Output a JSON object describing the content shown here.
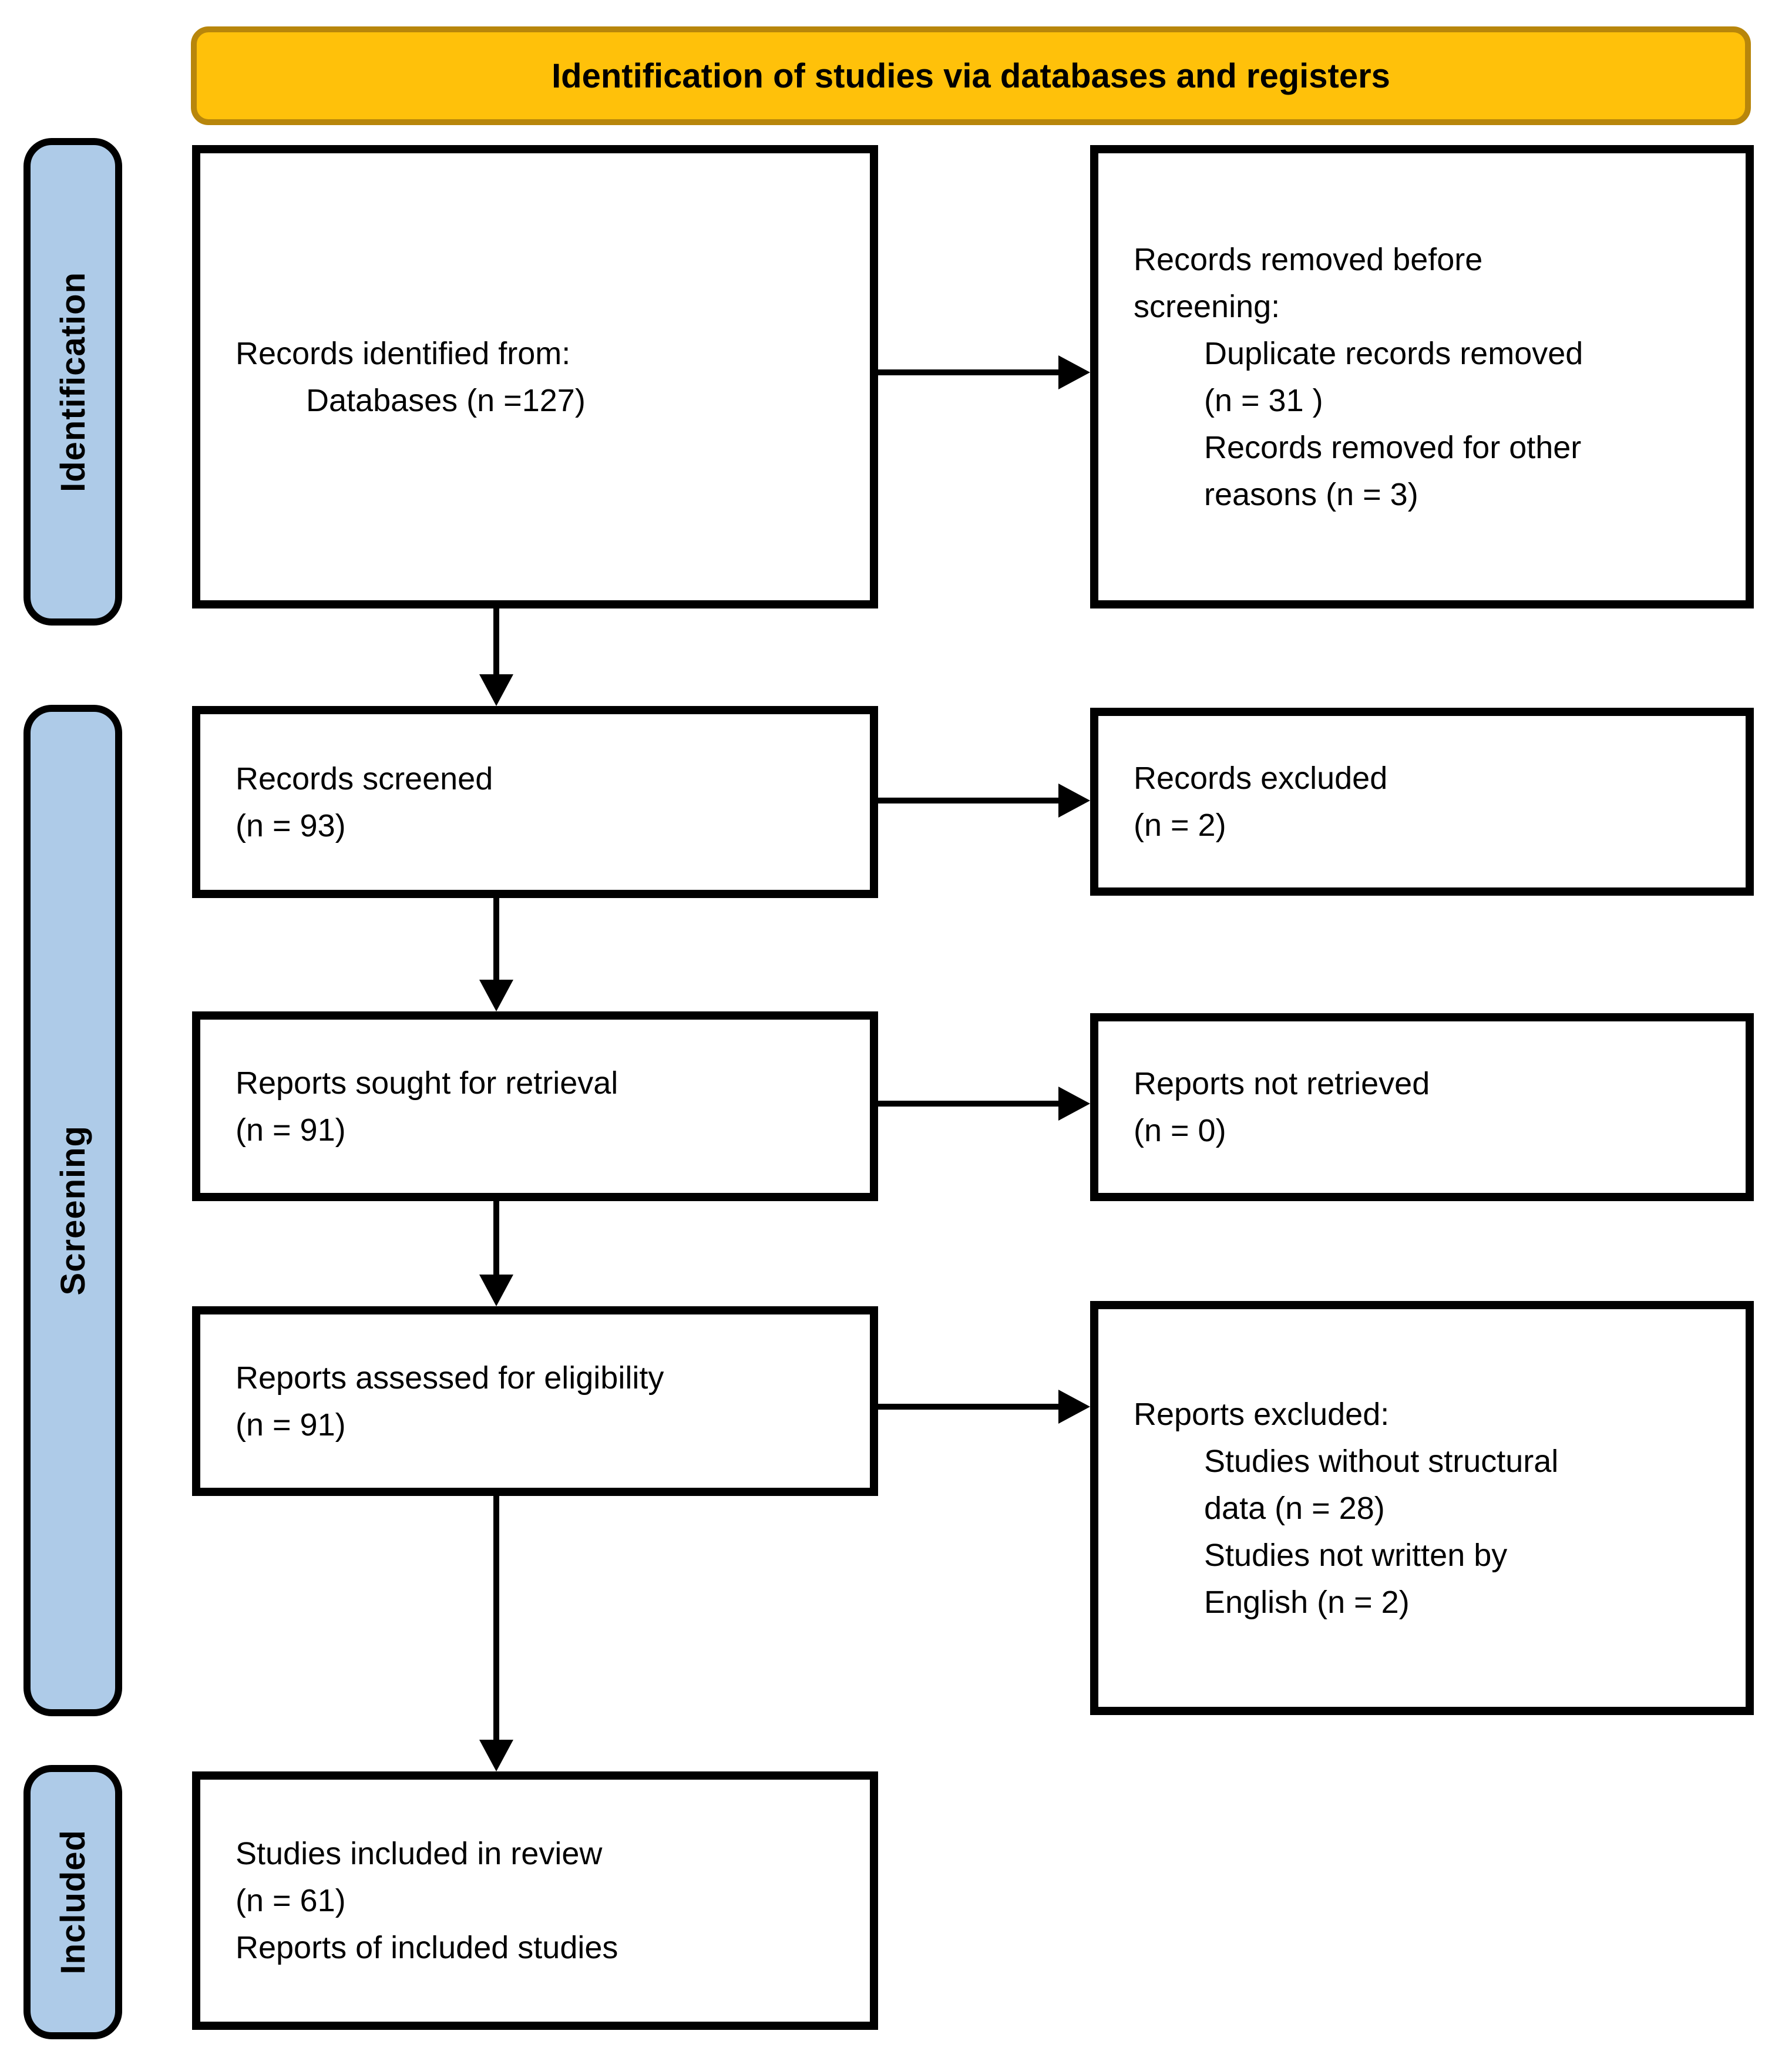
{
  "header": {
    "title": "Identification of studies via databases and registers"
  },
  "sidebars": {
    "identification": "Identification",
    "screening": "Screening",
    "included": "Included"
  },
  "boxes": {
    "records_identified": {
      "lines": [
        "Records identified from:",
        "Databases (n =127)"
      ]
    },
    "records_removed": {
      "lines": [
        "Records removed before",
        "screening:",
        "Duplicate records removed",
        "(n = 31 )",
        "Records removed for other",
        "reasons (n = 3)"
      ]
    },
    "records_screened": {
      "lines": [
        "Records screened",
        "(n = 93)"
      ]
    },
    "records_excluded": {
      "lines": [
        "Records excluded",
        "(n = 2)"
      ]
    },
    "reports_sought": {
      "lines": [
        "Reports sought for retrieval",
        "(n = 91)"
      ]
    },
    "reports_not_retrieved": {
      "lines": [
        "Reports not retrieved",
        "(n = 0)"
      ]
    },
    "reports_assessed": {
      "lines": [
        "Reports assessed for eligibility",
        "(n = 91)"
      ]
    },
    "reports_excluded": {
      "lines": [
        "Reports excluded:",
        "Studies without structural",
        "data (n = 28)",
        "Studies not written by",
        "English (n = 2)"
      ]
    },
    "studies_included": {
      "lines": [
        "Studies included in review",
        "(n = 61)",
        "Reports of included studies"
      ]
    }
  },
  "colors": {
    "band_blue": "#AECBE8",
    "banner_yellow": "#FFC10A",
    "banner_border": "#B8860B",
    "box_border": "#000000"
  }
}
